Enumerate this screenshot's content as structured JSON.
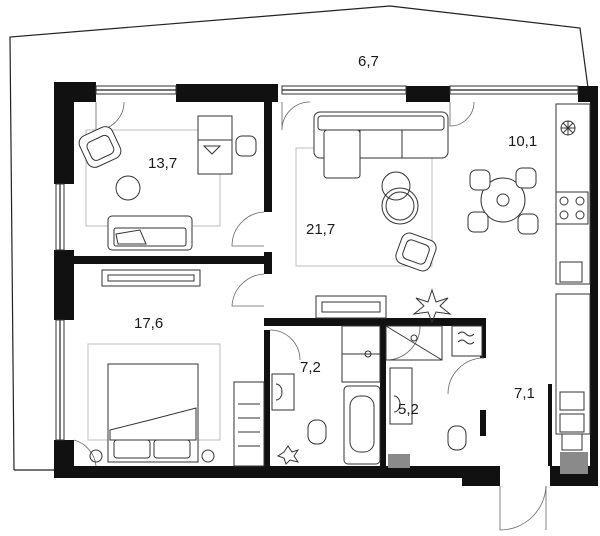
{
  "rooms": [
    {
      "id": "terrace",
      "area": "6,7"
    },
    {
      "id": "bedroom-small",
      "area": "13,7"
    },
    {
      "id": "living",
      "area": "21,7"
    },
    {
      "id": "kitchen",
      "area": "10,1"
    },
    {
      "id": "bedroom-master",
      "area": "17,6"
    },
    {
      "id": "bathroom-1",
      "area": "7,2"
    },
    {
      "id": "bathroom-2",
      "area": "5,2"
    },
    {
      "id": "hall",
      "area": "7,1"
    }
  ],
  "colors": {
    "wall": "#111111",
    "line": "#333333",
    "rug": "#bdbdbd",
    "service": "#8a8a8a"
  }
}
